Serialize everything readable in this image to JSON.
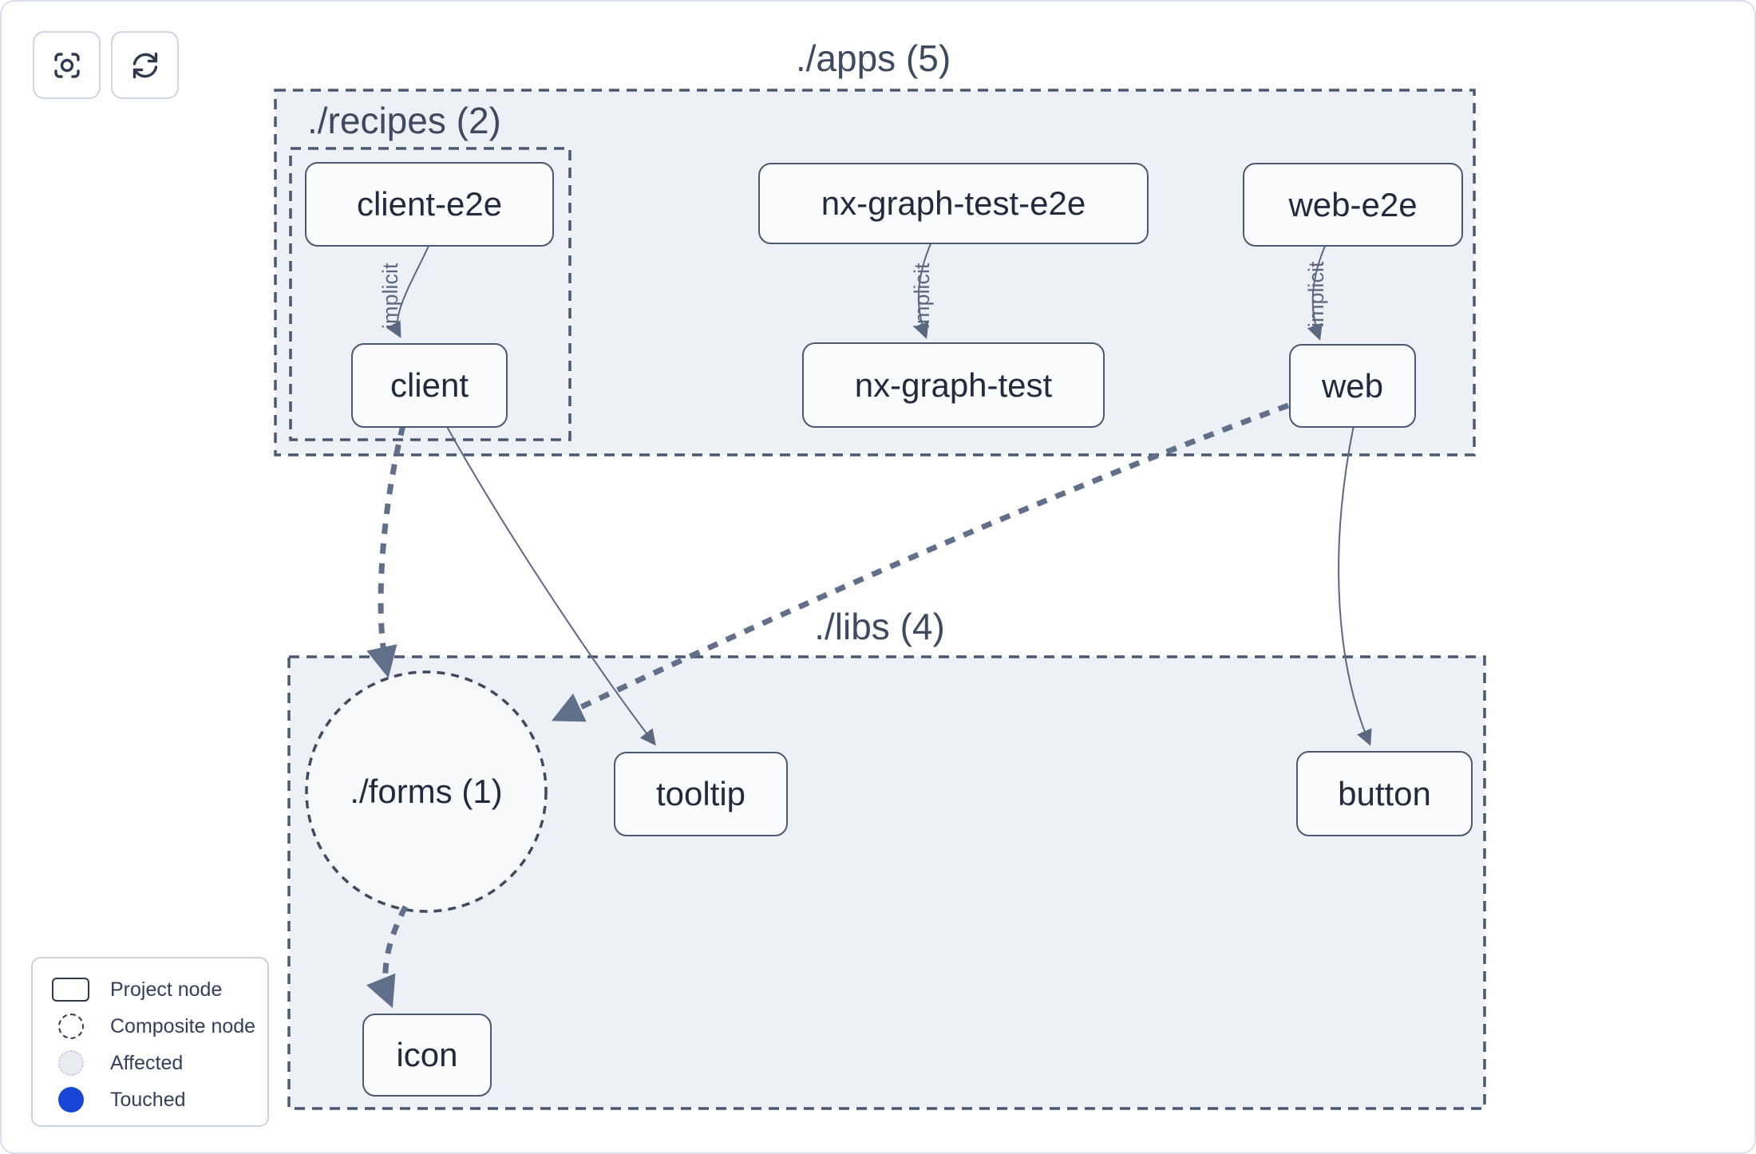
{
  "toolbar": {
    "focus_button": {
      "icon": "focus-target-icon"
    },
    "refresh_button": {
      "icon": "refresh-icon"
    }
  },
  "graph": {
    "groups": [
      {
        "id": "apps",
        "label": "./apps (5)"
      },
      {
        "id": "recipes",
        "label": "./recipes (2)"
      },
      {
        "id": "libs",
        "label": "./libs (4)"
      }
    ],
    "composite_nodes": [
      {
        "id": "forms",
        "label": "./forms (1)"
      }
    ],
    "nodes": [
      {
        "id": "client-e2e",
        "label": "client-e2e"
      },
      {
        "id": "client",
        "label": "client"
      },
      {
        "id": "nx-graph-test-e2e",
        "label": "nx-graph-test-e2e"
      },
      {
        "id": "nx-graph-test",
        "label": "nx-graph-test"
      },
      {
        "id": "web-e2e",
        "label": "web-e2e"
      },
      {
        "id": "web",
        "label": "web"
      },
      {
        "id": "tooltip",
        "label": "tooltip"
      },
      {
        "id": "button",
        "label": "button"
      },
      {
        "id": "icon",
        "label": "icon"
      }
    ],
    "edges": [
      {
        "from": "client-e2e",
        "to": "client",
        "label": "implicit",
        "style": "thin-solid"
      },
      {
        "from": "nx-graph-test-e2e",
        "to": "nx-graph-test",
        "label": "implicit",
        "style": "thin-solid"
      },
      {
        "from": "web-e2e",
        "to": "web",
        "label": "implicit",
        "style": "thin-solid"
      },
      {
        "from": "client",
        "to": "./forms",
        "label": "",
        "style": "thick-dashed"
      },
      {
        "from": "client",
        "to": "tooltip",
        "label": "",
        "style": "thin-solid"
      },
      {
        "from": "web",
        "to": "./forms",
        "label": "",
        "style": "thick-dashed"
      },
      {
        "from": "web",
        "to": "button",
        "label": "",
        "style": "thin-solid"
      },
      {
        "from": "./forms",
        "to": "icon",
        "label": "",
        "style": "thick-dashed"
      }
    ]
  },
  "legend": {
    "items": [
      {
        "swatch": "project-node-swatch",
        "label": "Project node"
      },
      {
        "swatch": "composite-node-swatch",
        "label": "Composite node"
      },
      {
        "swatch": "affected-swatch",
        "label": "Affected"
      },
      {
        "swatch": "touched-swatch",
        "label": "Touched"
      }
    ]
  },
  "colors": {
    "touched_blue": "#1a46d8",
    "container_fill": "#edf0f5",
    "composite_fill": "#f7f9fb",
    "dashed_border": "#4b5872",
    "node_border": "#4b5872",
    "edge_stroke": "#5b6980",
    "text_dark": "#222b3e",
    "card_border": "#d9dfec"
  }
}
